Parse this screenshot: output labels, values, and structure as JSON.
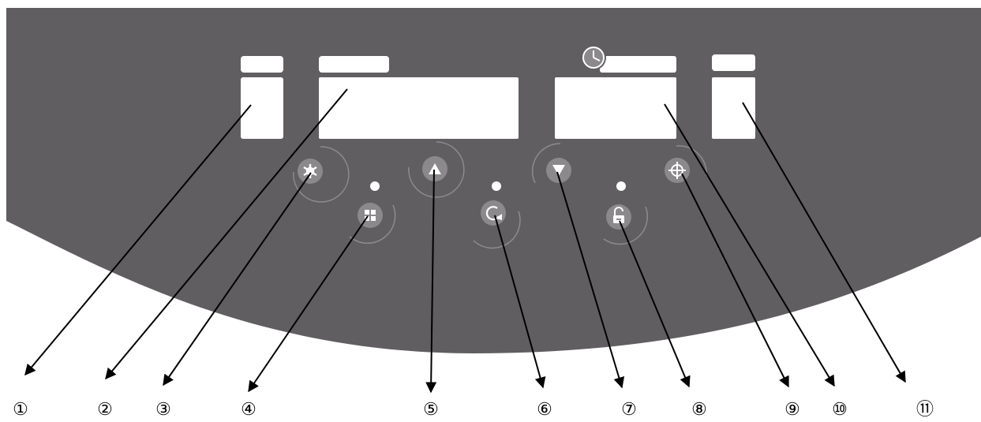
{
  "panel": {
    "color": "#605e61",
    "display_color": "#ffffff",
    "button_color": "#8b898c"
  },
  "buttons": [
    {
      "id": "settings",
      "icon": "gear-icon"
    },
    {
      "id": "menu",
      "icon": "grid-icon"
    },
    {
      "id": "up",
      "icon": "up-triangle-icon"
    },
    {
      "id": "cycle",
      "icon": "refresh-icon"
    },
    {
      "id": "down",
      "icon": "down-triangle-icon"
    },
    {
      "id": "unlock",
      "icon": "unlock-icon"
    },
    {
      "id": "target",
      "icon": "crosshair-icon"
    }
  ],
  "timer_icon": "clock-icon",
  "callouts": [
    "①",
    "②",
    "③",
    "④",
    "⑤",
    "⑥",
    "⑦",
    "⑧",
    "⑨",
    "⑩",
    "⑪"
  ]
}
